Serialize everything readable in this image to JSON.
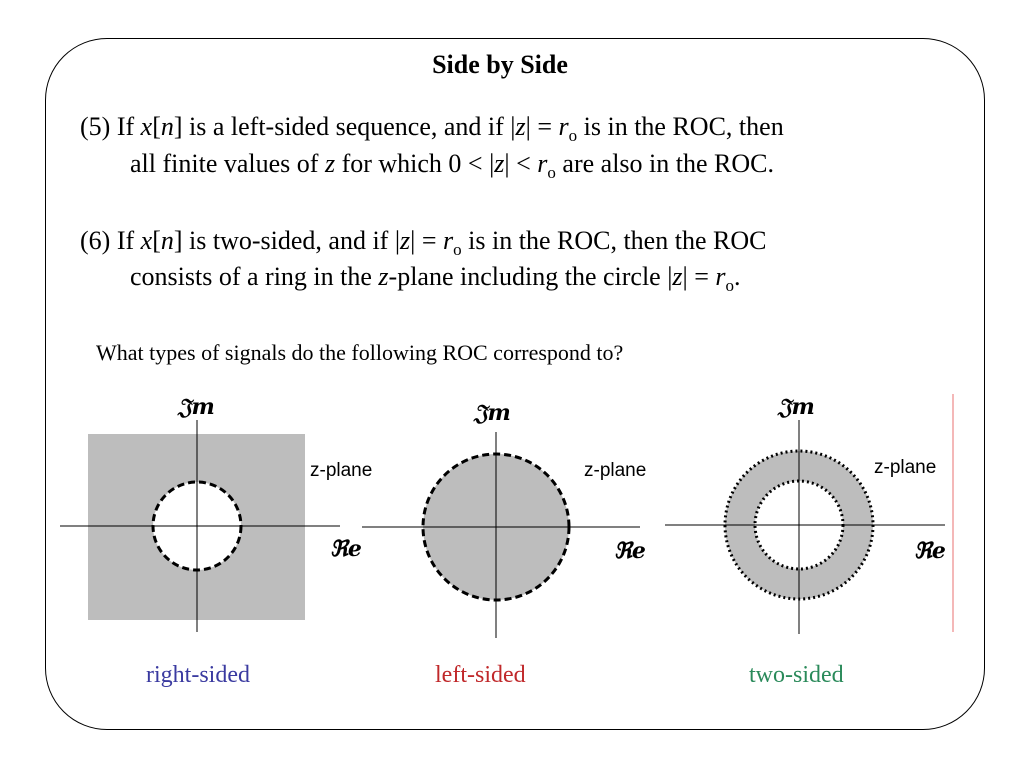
{
  "title": "Side by Side",
  "prop5": {
    "num": "(5)",
    "l1": [
      " If ",
      "x",
      "[",
      "n",
      "] is a left-sided sequence, and if |",
      "z",
      "| = ",
      "r",
      "o",
      "  is in the ROC, then"
    ],
    "l2": [
      "all finite values of ",
      "z",
      " for which 0 < |",
      "z",
      "| < ",
      "r",
      "o",
      "  are also in the ROC."
    ]
  },
  "prop6": {
    "num": "(6)",
    "l1": [
      "  If ",
      "x",
      "[",
      "n",
      "] is two-sided, and if |",
      "z",
      "| = ",
      "r",
      "o",
      "  is in the ROC, then the ROC"
    ],
    "l2": [
      "consists of a ring in the ",
      "z",
      "-plane including the circle |",
      "z",
      "| = ",
      "r",
      "o",
      "."
    ]
  },
  "question": "What types of signals do the following ROC correspond to?",
  "diagrams": [
    {
      "im_label": "𝔍m",
      "re_label": "ℜe",
      "plane_label": "z-plane",
      "caption": "right-sided",
      "caption_color": "#3a3aa0"
    },
    {
      "im_label": "𝔍m",
      "re_label": "ℜe",
      "plane_label": "z-plane",
      "caption": "left-sided",
      "caption_color": "#c0282a"
    },
    {
      "im_label": "𝔍m",
      "re_label": "ℜe",
      "plane_label": "z-plane",
      "caption": "two-sided",
      "caption_color": "#2a8a5a"
    }
  ],
  "colors": {
    "roc_fill": "#bdbdbd",
    "accent_line": "#f0a0a0"
  }
}
